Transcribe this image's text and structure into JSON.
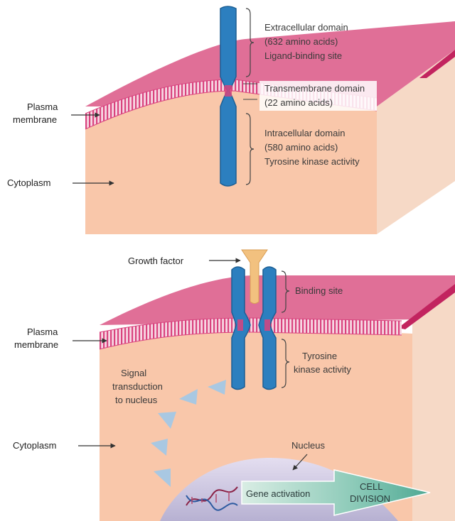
{
  "top_panel": {
    "extracellular_line1": "Extracellular domain",
    "extracellular_line2": "(632 amino acids)",
    "extracellular_line3": "Ligand-binding site",
    "transmembrane_line1": "Transmembrane domain",
    "transmembrane_line2": "(22 amino acids)",
    "intracellular_line1": "Intracellular domain",
    "intracellular_line2": "(580 amino acids)",
    "intracellular_line3": "Tyrosine kinase activity",
    "membrane_line1": "Plasma",
    "membrane_line2": "membrane",
    "cytoplasm": "Cytoplasm"
  },
  "bottom_panel": {
    "growth_factor": "Growth factor",
    "binding_site": "Binding site",
    "tyrosine_line1": "Tyrosine",
    "tyrosine_line2": "kinase activity",
    "membrane_line1": "Plasma",
    "membrane_line2": "membrane",
    "signal_line1": "Signal",
    "signal_line2": "transduction",
    "signal_line3": "to nucleus",
    "cytoplasm": "Cytoplasm",
    "nucleus": "Nucleus",
    "gene_activation": "Gene activation",
    "cell_line1": "CELL",
    "cell_line2": "DIVISION"
  },
  "colors": {
    "cell_top": "#e06f97",
    "cell_front": "#f9c7aa",
    "cell_side": "#f6d9c6",
    "membrane_band": "#d9437e",
    "receptor": "#2c7fbf",
    "growth_factor": "#f2c17f",
    "signal_arrow": "#a9c8e2",
    "nucleus": "#c8c2dd",
    "gene_arrow": "#62b8a4"
  }
}
